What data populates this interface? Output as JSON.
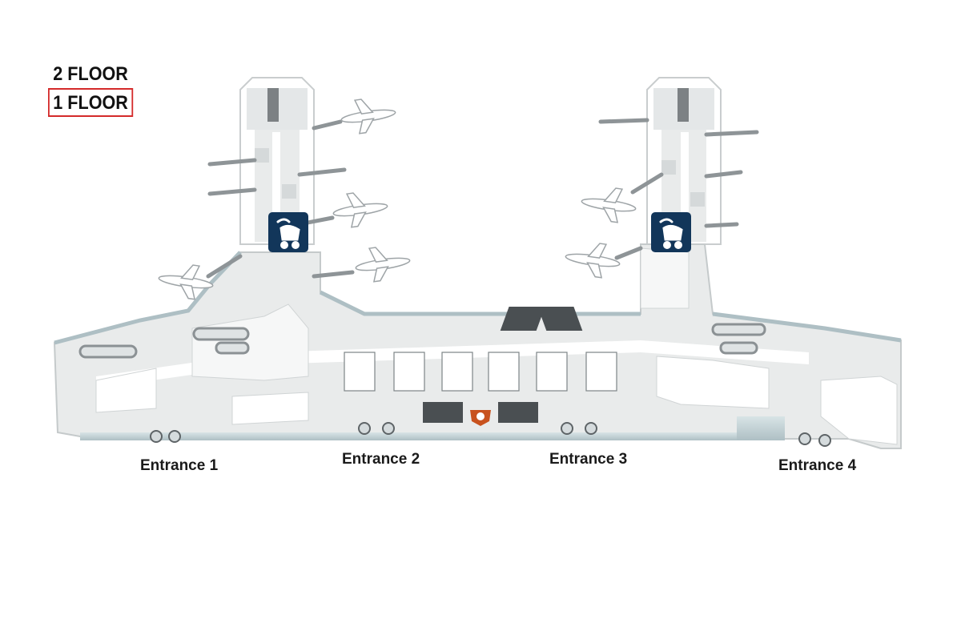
{
  "floor_switcher": {
    "floors": [
      {
        "label": "2 FLOOR",
        "active": false
      },
      {
        "label": "1 FLOOR",
        "active": true
      }
    ]
  },
  "map": {
    "entrances": [
      {
        "label": "Entrance 1"
      },
      {
        "label": "Entrance 2"
      },
      {
        "label": "Entrance 3"
      },
      {
        "label": "Entrance 4"
      }
    ],
    "points_of_interest": [
      {
        "icon": "stroller-icon",
        "color": "#12365a"
      },
      {
        "icon": "stroller-icon",
        "color": "#12365a"
      },
      {
        "icon": "information-icon",
        "color": "#c8521e"
      }
    ],
    "colors": {
      "floor": "#e9ebeb",
      "walls": "#ffffff",
      "glass": "#b9cbd0",
      "shadow": "#cfd3d4"
    }
  }
}
